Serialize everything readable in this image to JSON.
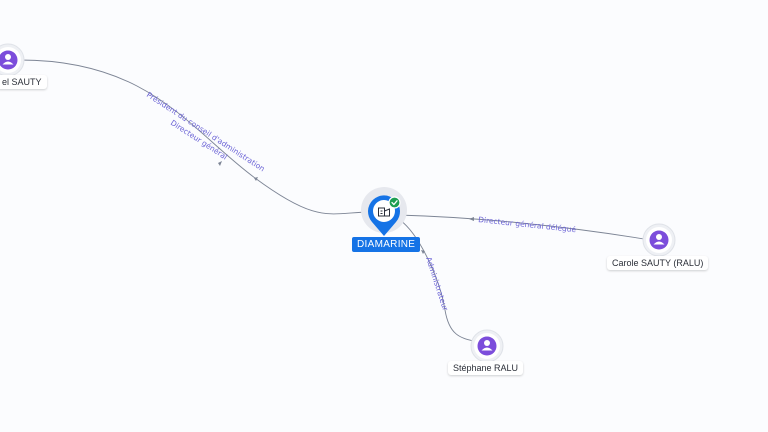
{
  "company": {
    "name": "DIAMARINE",
    "status": "active",
    "icon": "building-icon",
    "status_icon": "check-icon",
    "brand_color": "#1573e6",
    "status_color": "#1e9e52"
  },
  "people": [
    {
      "id": "p1",
      "name": "el SAUTY",
      "icon": "person-icon"
    },
    {
      "id": "p2",
      "name": "Carole SAUTY (RALU)",
      "icon": "person-icon"
    },
    {
      "id": "p3",
      "name": "Stéphane RALU",
      "icon": "person-icon"
    }
  ],
  "relations": [
    {
      "from": "p1",
      "to": "company",
      "labels": [
        "Président du conseil d'administration",
        "Directeur général"
      ]
    },
    {
      "from": "p2",
      "to": "company",
      "labels": [
        "Directeur général délégué"
      ]
    },
    {
      "from": "p3",
      "to": "company",
      "labels": [
        "Administrateur"
      ]
    }
  ],
  "colors": {
    "person_node": "#7c4ddb",
    "edge": "#7d8595",
    "edge_label": "#6b63d6"
  }
}
